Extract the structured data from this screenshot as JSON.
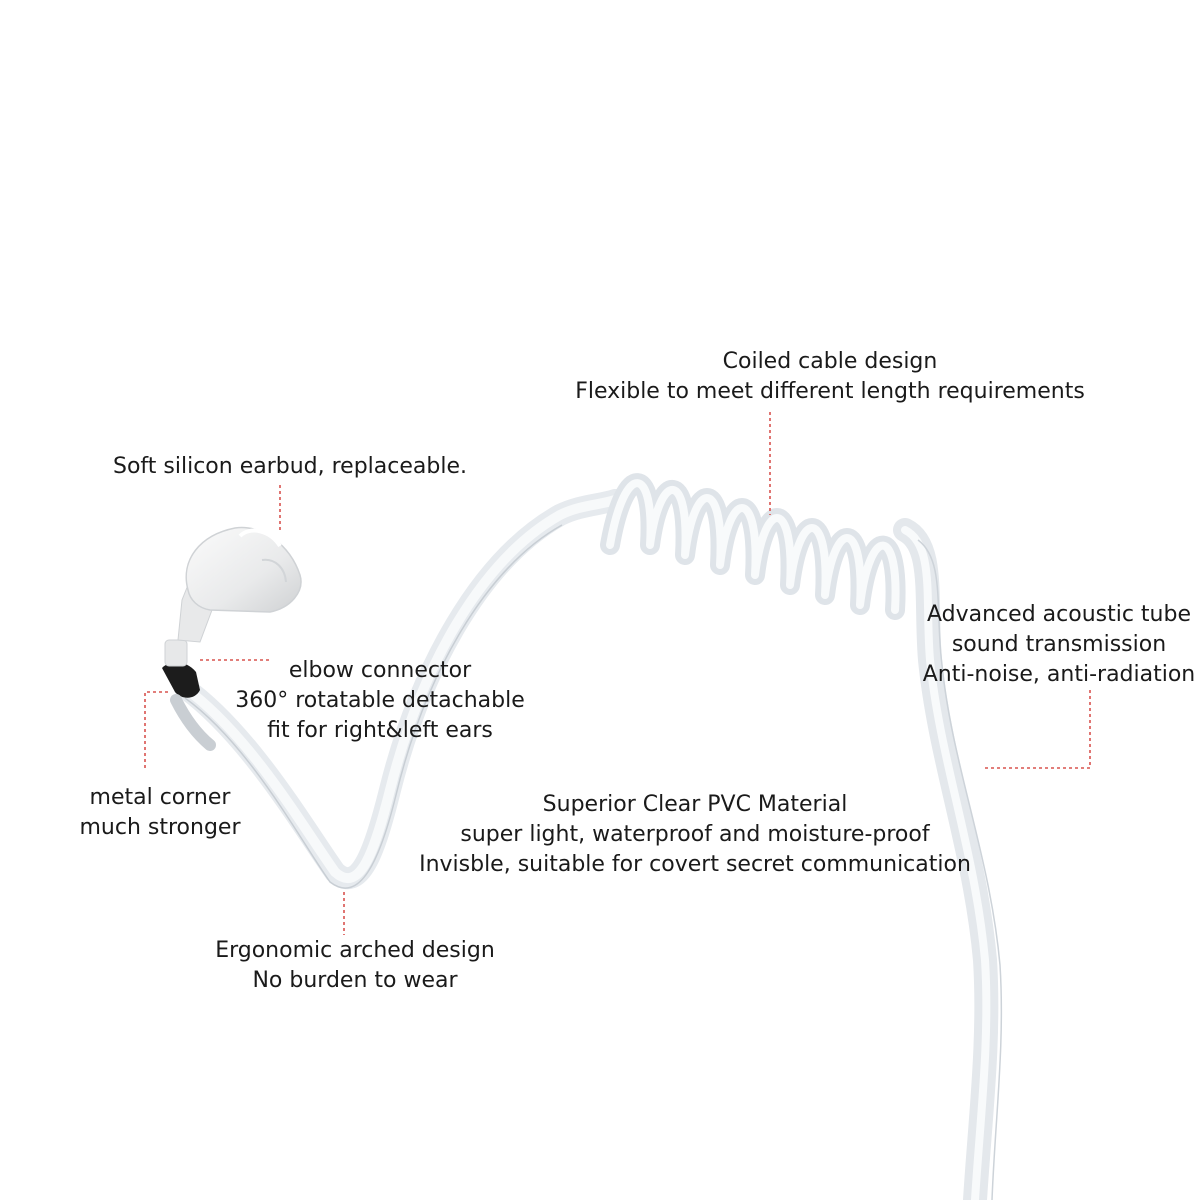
{
  "colors": {
    "background": "#ffffff",
    "text": "#1a1a1a",
    "callout": "#d9534f",
    "tube": "#e9edf1",
    "earbud": "#f1f2f3",
    "elbow": "#1c1c1c"
  },
  "callouts": {
    "coiled_cable": {
      "line1": "Coiled cable design",
      "line2": "Flexible to meet different length requirements"
    },
    "earbud": {
      "line1": "Soft silicon earbud, replaceable."
    },
    "acoustic_tube": {
      "line1": "Advanced acoustic tube",
      "line2": "sound transmission",
      "line3": "Anti-noise, anti-radiation"
    },
    "elbow_connector": {
      "line1": "elbow connector",
      "line2": "360° rotatable detachable",
      "line3": "fit for right&left ears"
    },
    "metal_corner": {
      "line1": "metal corner",
      "line2": "much stronger"
    },
    "pvc_material": {
      "line1": "Superior Clear PVC Material",
      "line2": "super light, waterproof and moisture-proof",
      "line3": "Invisble, suitable for covert secret communication"
    },
    "ergonomic": {
      "line1": "Ergonomic arched design",
      "line2": "No burden to wear"
    }
  },
  "icons": {
    "earbud": "silicone-earbud-icon",
    "elbow": "elbow-connector-icon",
    "tube": "acoustic-tube-icon",
    "coil": "coiled-cable-icon"
  }
}
